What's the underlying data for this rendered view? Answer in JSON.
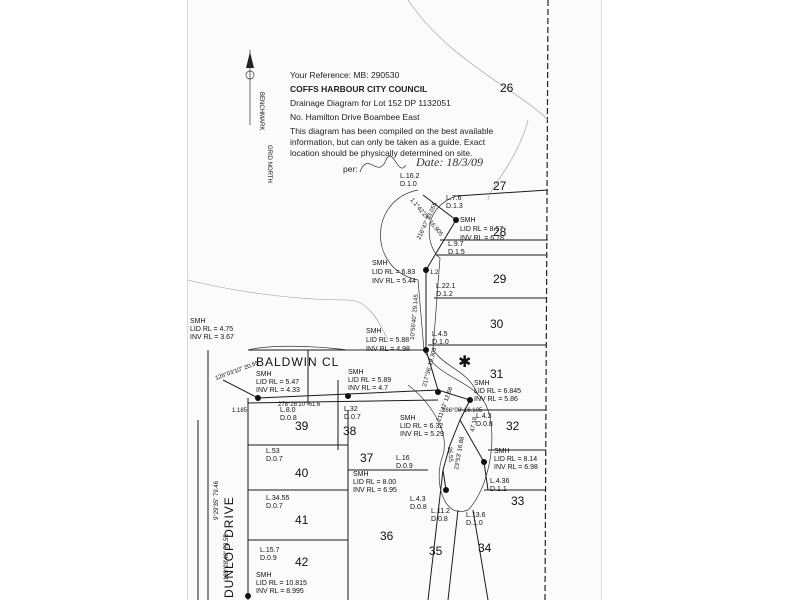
{
  "stamp": {
    "reference": "Your Reference: MB: 290530",
    "council": "COFFS HARBOUR CITY COUNCIL",
    "drainage": "Drainage Diagram for Lot 152 DP 1132051",
    "address": "No. Hamilton Drive Boambee East",
    "disclaimer1": "This diagram has been compiled on the best available",
    "disclaimer2": "information, but can only be taken as a guide. Exact",
    "disclaimer3": "location should be physically determined on site.",
    "per": "per:",
    "date": "Date: 18/3/09"
  },
  "north": {
    "label1": "BENCHMARK",
    "label2": "GRID NORTH"
  },
  "roads": {
    "baldwin": "BALDWIN CL",
    "dunlop": "DUNLOP DRIVE"
  },
  "lots": [
    "26",
    "27",
    "28",
    "29",
    "30",
    "31",
    "32",
    "33",
    "34",
    "35",
    "36",
    "37",
    "38",
    "39",
    "40",
    "41",
    "42"
  ],
  "smh": [
    {
      "title": "SMH",
      "lid": "LID RL = 8.57",
      "inv": "INV RL = 6.78"
    },
    {
      "title": "SMH",
      "lid": "LID RL = 6.83",
      "inv": "INV RL = 5.44"
    },
    {
      "title": "SMH",
      "lid": "LID RL = 5.88",
      "inv": "INV RL = 4.98"
    },
    {
      "title": "SMH",
      "lid": "LID RL = 5.47",
      "inv": "INV RL = 4.33"
    },
    {
      "title": "SMH",
      "lid": "LID RL = 5.89",
      "inv": "INV RL = 4.7"
    },
    {
      "title": "SMH",
      "lid": "LID RL = 6.845",
      "inv": "INV RL = 5.86"
    },
    {
      "title": "SMH",
      "lid": "LID RL = 6.32",
      "inv": "INV RL = 5.29"
    },
    {
      "title": "SMH",
      "lid": "LID RL = 8.14",
      "inv": "INV RL = 6.98"
    },
    {
      "title": "SMH",
      "lid": "LID RL = 8.00",
      "inv": "INV RL = 6.95"
    },
    {
      "title": "SMH",
      "lid": "LID RL = 10.815",
      "inv": "INV RL = 8.995"
    },
    {
      "title": "SMH",
      "lid": "LID RL = 4.75",
      "inv": "INV RL = 3.67"
    }
  ],
  "connections": [
    {
      "l": "L.16.2",
      "d": "D.1.0"
    },
    {
      "l": "L.7.6",
      "d": "D.1.3"
    },
    {
      "l": "L.9.7",
      "d": "D.1.5"
    },
    {
      "l": "L.22.1",
      "d": "D.1.2"
    },
    {
      "l": "L.4.5",
      "d": "D.1.0"
    },
    {
      "l": "L.4.3",
      "d": "D.0.8"
    },
    {
      "l": "L.4.36",
      "d": "D.1.1"
    },
    {
      "l": "L.13.6",
      "d": "D.1.0"
    },
    {
      "l": "L.11.2",
      "d": "D.0.8"
    },
    {
      "l": "L.4.3",
      "d": "D.0.8"
    },
    {
      "l": "L.16",
      "d": "D.0.9"
    },
    {
      "l": "L.32",
      "d": "D.0.7"
    },
    {
      "l": "L.8.0",
      "d": "D.0.8"
    },
    {
      "l": "L.53",
      "d": "D.0.7"
    },
    {
      "l": "L.34.55",
      "d": "D.0.7"
    },
    {
      "l": "L.15.7",
      "d": "D.0.9"
    }
  ],
  "pipes": {
    "p1": "1.1°42'25\" 16.905",
    "p2": "216°47' 23.055",
    "p3": "10°56'40\" 29.145",
    "p4": "217°36' 19.305",
    "p5": "211°42' 12.58",
    "p6": "266°00' 16.105",
    "p7": "126°03'10\" 20.55",
    "p8": "278°28'10\" 51.6",
    "p9": "9°29'35\" 79.46",
    "p10": "189°28'40\" 73.55",
    "p11": "26.55",
    "p12": "23°53' 16.88",
    "p13": "47.18",
    "p14": "1.2",
    "p15": "1.185"
  }
}
